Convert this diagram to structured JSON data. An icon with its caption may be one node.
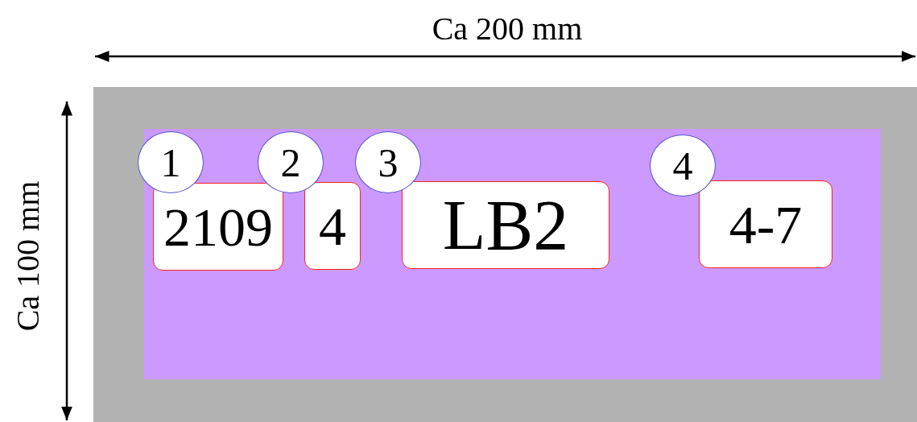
{
  "diagram": {
    "nodes": [
      {
        "text": [],
        "shape": "box"
      },
      {
        "text": [],
        "shape": "box",
        "in": 0
      },
      {
        "text": [
          "1"
        ],
        "in": 1
      },
      {
        "text": [
          "2109"
        ],
        "in": 1
      },
      {
        "text": [
          "2"
        ],
        "in": 1
      },
      {
        "text": [
          "4"
        ],
        "in": 1
      },
      {
        "text": [
          "3"
        ],
        "in": 1
      },
      {
        "text": [
          "LB2"
        ],
        "in": 1
      },
      {
        "text": [
          "4"
        ],
        "in": 1
      },
      {
        "text": [
          "4-7"
        ],
        "in": 1
      }
    ],
    "edges": [],
    "labels": [
      "Ca 200 mm",
      "Ca 100 mm"
    ]
  }
}
